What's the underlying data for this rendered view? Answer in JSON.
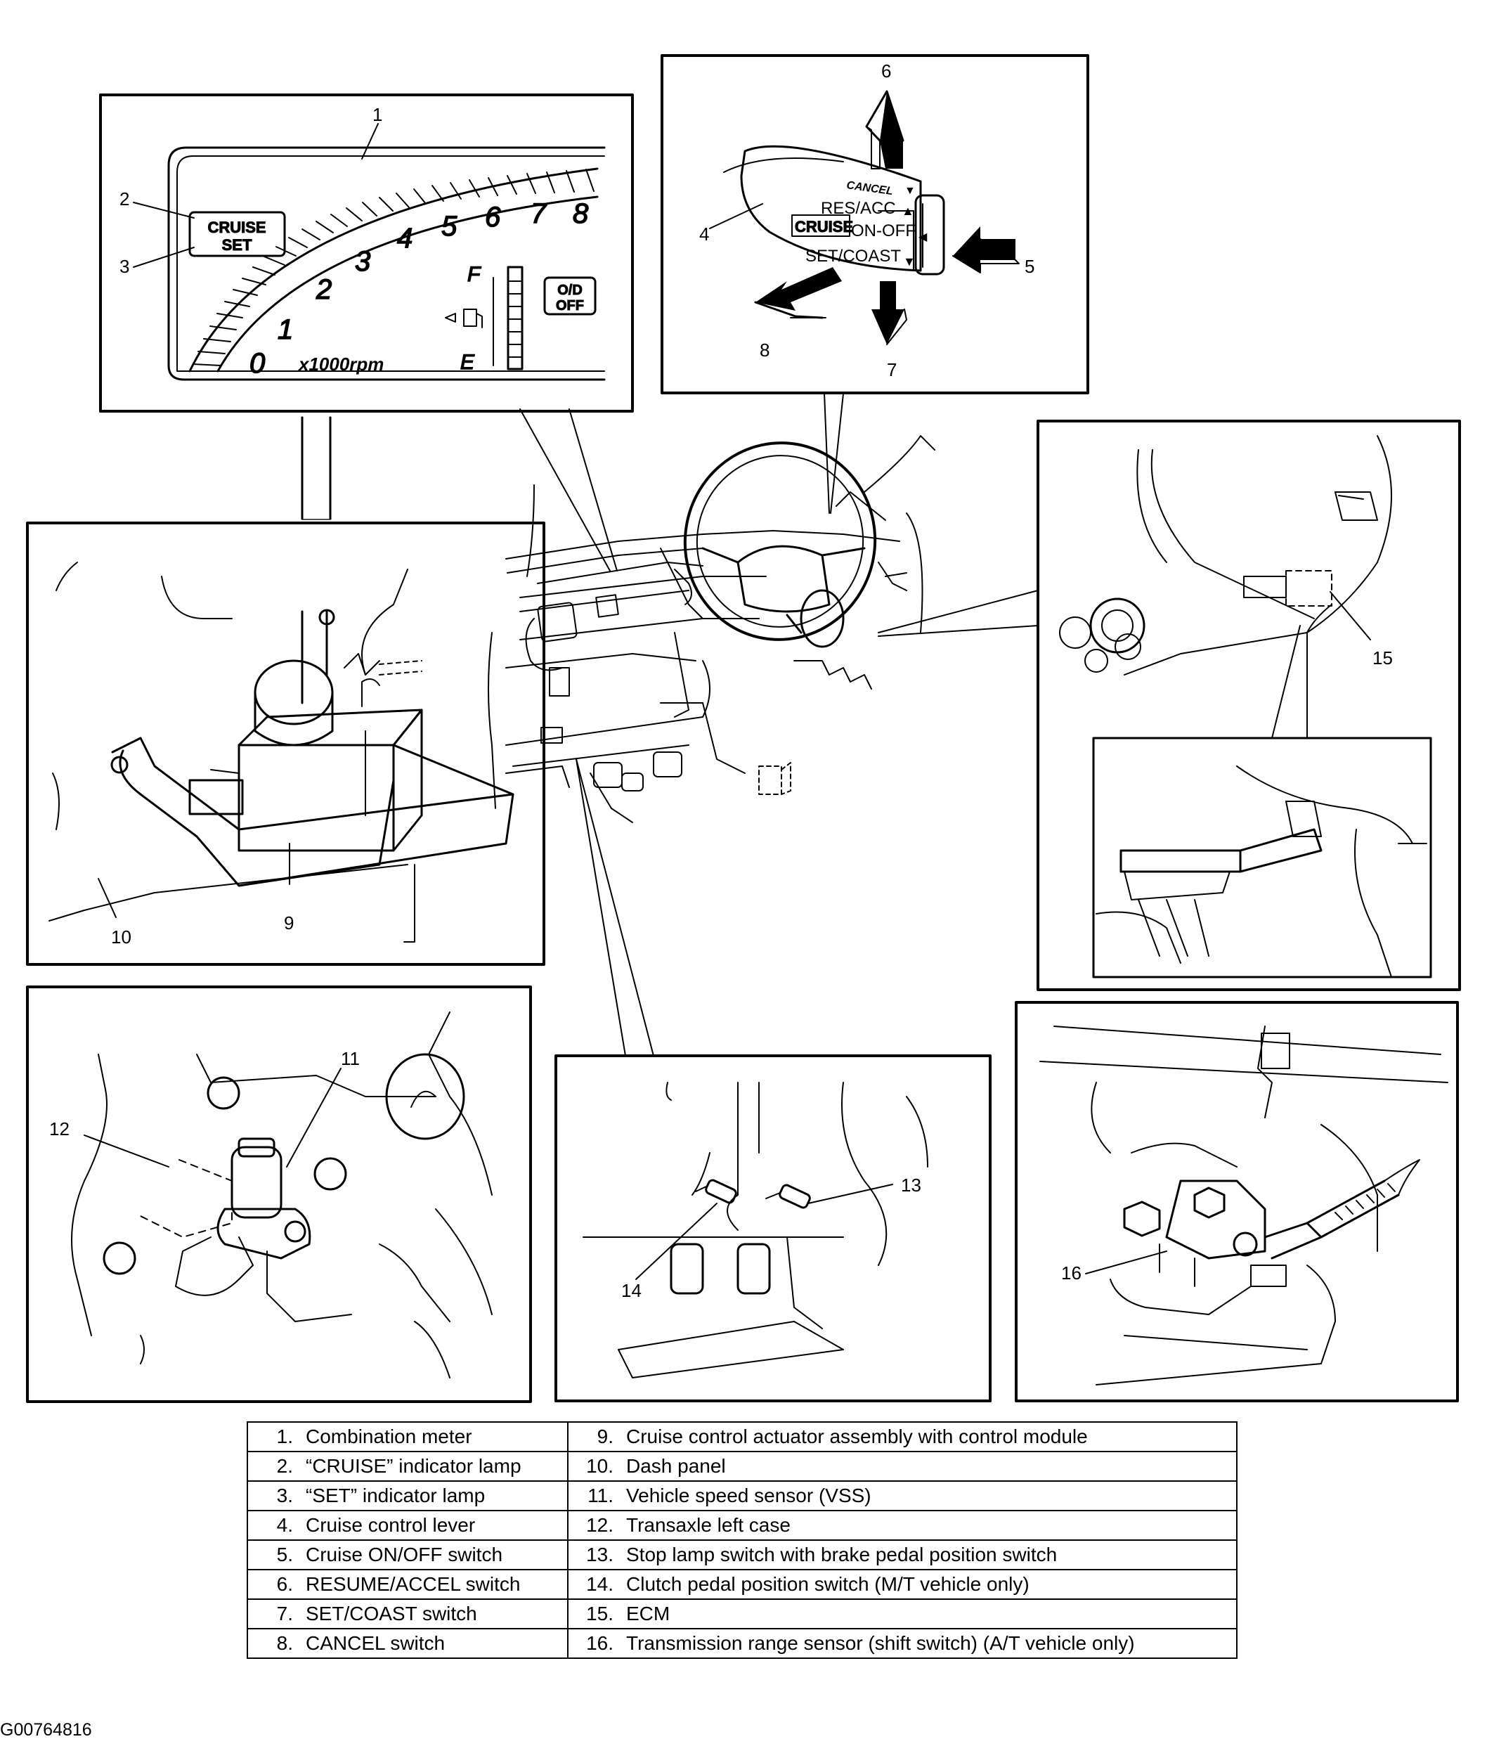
{
  "callouts": [
    "1",
    "2",
    "3",
    "4",
    "5",
    "6",
    "7",
    "8",
    "9",
    "10",
    "11",
    "12",
    "13",
    "14",
    "15",
    "16"
  ],
  "meter": {
    "indicator_cruise": "CRUISE",
    "indicator_set": "SET",
    "rpm_digits": [
      "0",
      "1",
      "2",
      "3",
      "4",
      "5",
      "6",
      "7",
      "8"
    ],
    "rpm_unit": "x1000rpm",
    "fuel_full": "F",
    "fuel_empty": "E",
    "od_line1": "O/D",
    "od_line2": "OFF"
  },
  "lever": {
    "cancel": "CANCEL",
    "res_acc": "RES/ACC",
    "cruise": "CRUISE",
    "on_off": "ON-OFF",
    "set_coast": "SET/COAST"
  },
  "legend": {
    "rows": [
      {
        "left_num": "1.",
        "left": "Combination meter",
        "right_num": "9.",
        "right": "Cruise control actuator assembly with control module"
      },
      {
        "left_num": "2.",
        "left": "“CRUISE” indicator lamp",
        "right_num": "10.",
        "right": "Dash panel"
      },
      {
        "left_num": "3.",
        "left": "“SET” indicator lamp",
        "right_num": "11.",
        "right": "Vehicle speed sensor (VSS)"
      },
      {
        "left_num": "4.",
        "left": "Cruise control lever",
        "right_num": "12.",
        "right": "Transaxle left case"
      },
      {
        "left_num": "5.",
        "left": "Cruise ON/OFF switch",
        "right_num": "13.",
        "right": "Stop lamp switch with brake pedal position switch"
      },
      {
        "left_num": "6.",
        "left": "RESUME/ACCEL switch",
        "right_num": "14.",
        "right": "Clutch pedal position switch (M/T vehicle only)"
      },
      {
        "left_num": "7.",
        "left": "SET/COAST switch",
        "right_num": "15.",
        "right": "ECM"
      },
      {
        "left_num": "8.",
        "left": "CANCEL switch",
        "right_num": "16.",
        "right": "Transmission range sensor (shift switch) (A/T vehicle only)"
      }
    ]
  },
  "figure_code": "G00764816"
}
